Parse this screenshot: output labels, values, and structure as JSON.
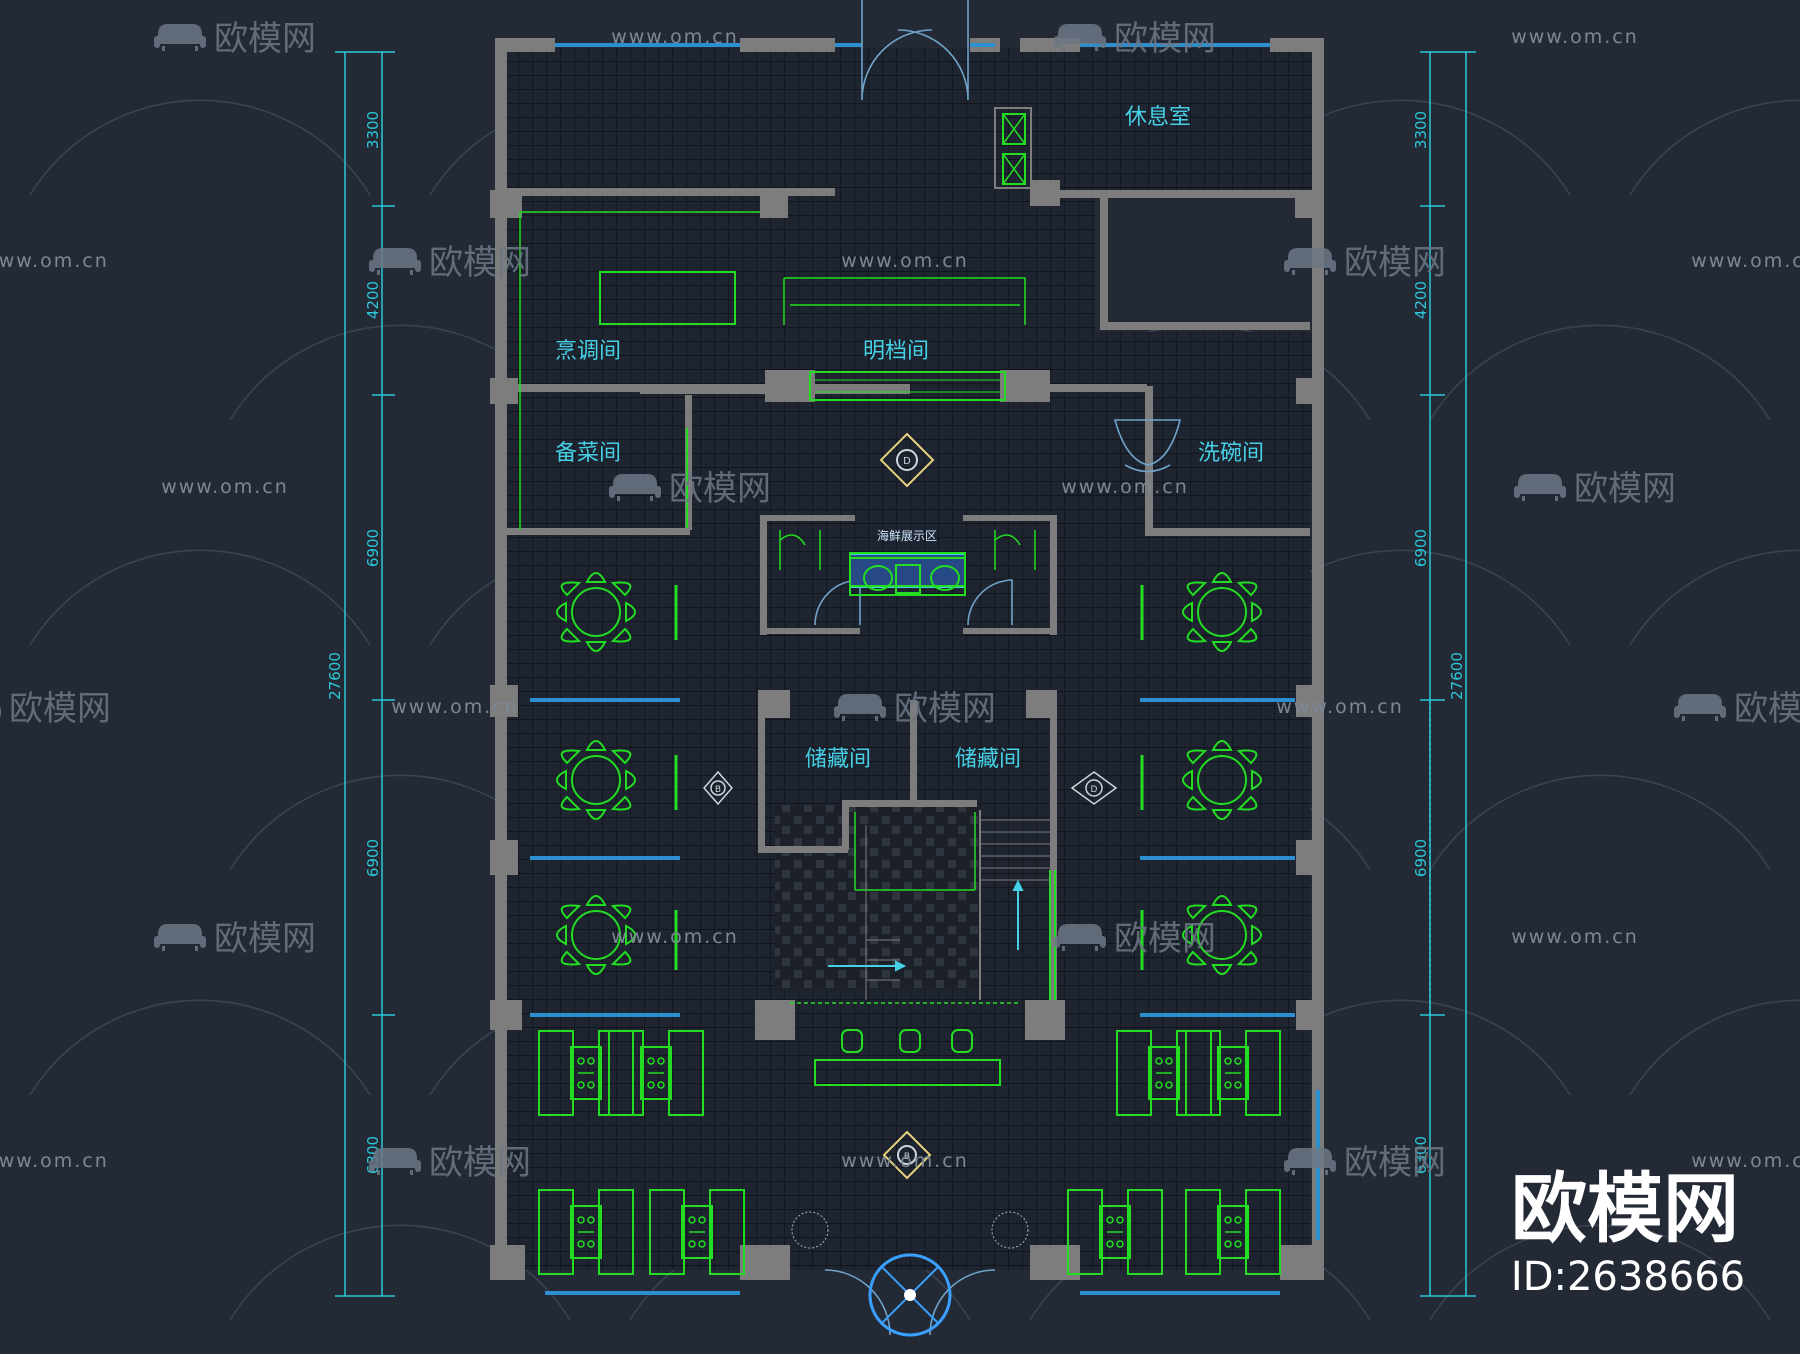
{
  "rooms": {
    "rest_room": "休息室",
    "cooking_room": "烹调间",
    "open_kitchen": "明档间",
    "prep_room": "备菜间",
    "dish_washing": "洗碗间",
    "seafood_display": "海鲜展示区",
    "storage_left": "储藏间",
    "storage_right": "储藏间"
  },
  "dimensions": {
    "left_total": "27600",
    "right_total": "27600",
    "left_segments": [
      "3300",
      "4200",
      "6900",
      "6900",
      "6300"
    ],
    "right_segments": [
      "3300",
      "4200",
      "6900",
      "6900",
      "6300"
    ],
    "right_inner": "6900"
  },
  "markers": {
    "upper_center": "D",
    "middle_left": "B",
    "middle_right": "D",
    "lower_center": "B"
  },
  "watermark": {
    "site": "www.om.cn",
    "brand": "欧模网",
    "id_label": "ID:2638666"
  },
  "colors": {
    "background": "#232a35",
    "wall": "#7d7d7d",
    "furniture": "#22dd22",
    "text": "#46d0e6",
    "window": "#2b8fd0",
    "grid": "#11151b",
    "watermark": "#6d7785"
  }
}
